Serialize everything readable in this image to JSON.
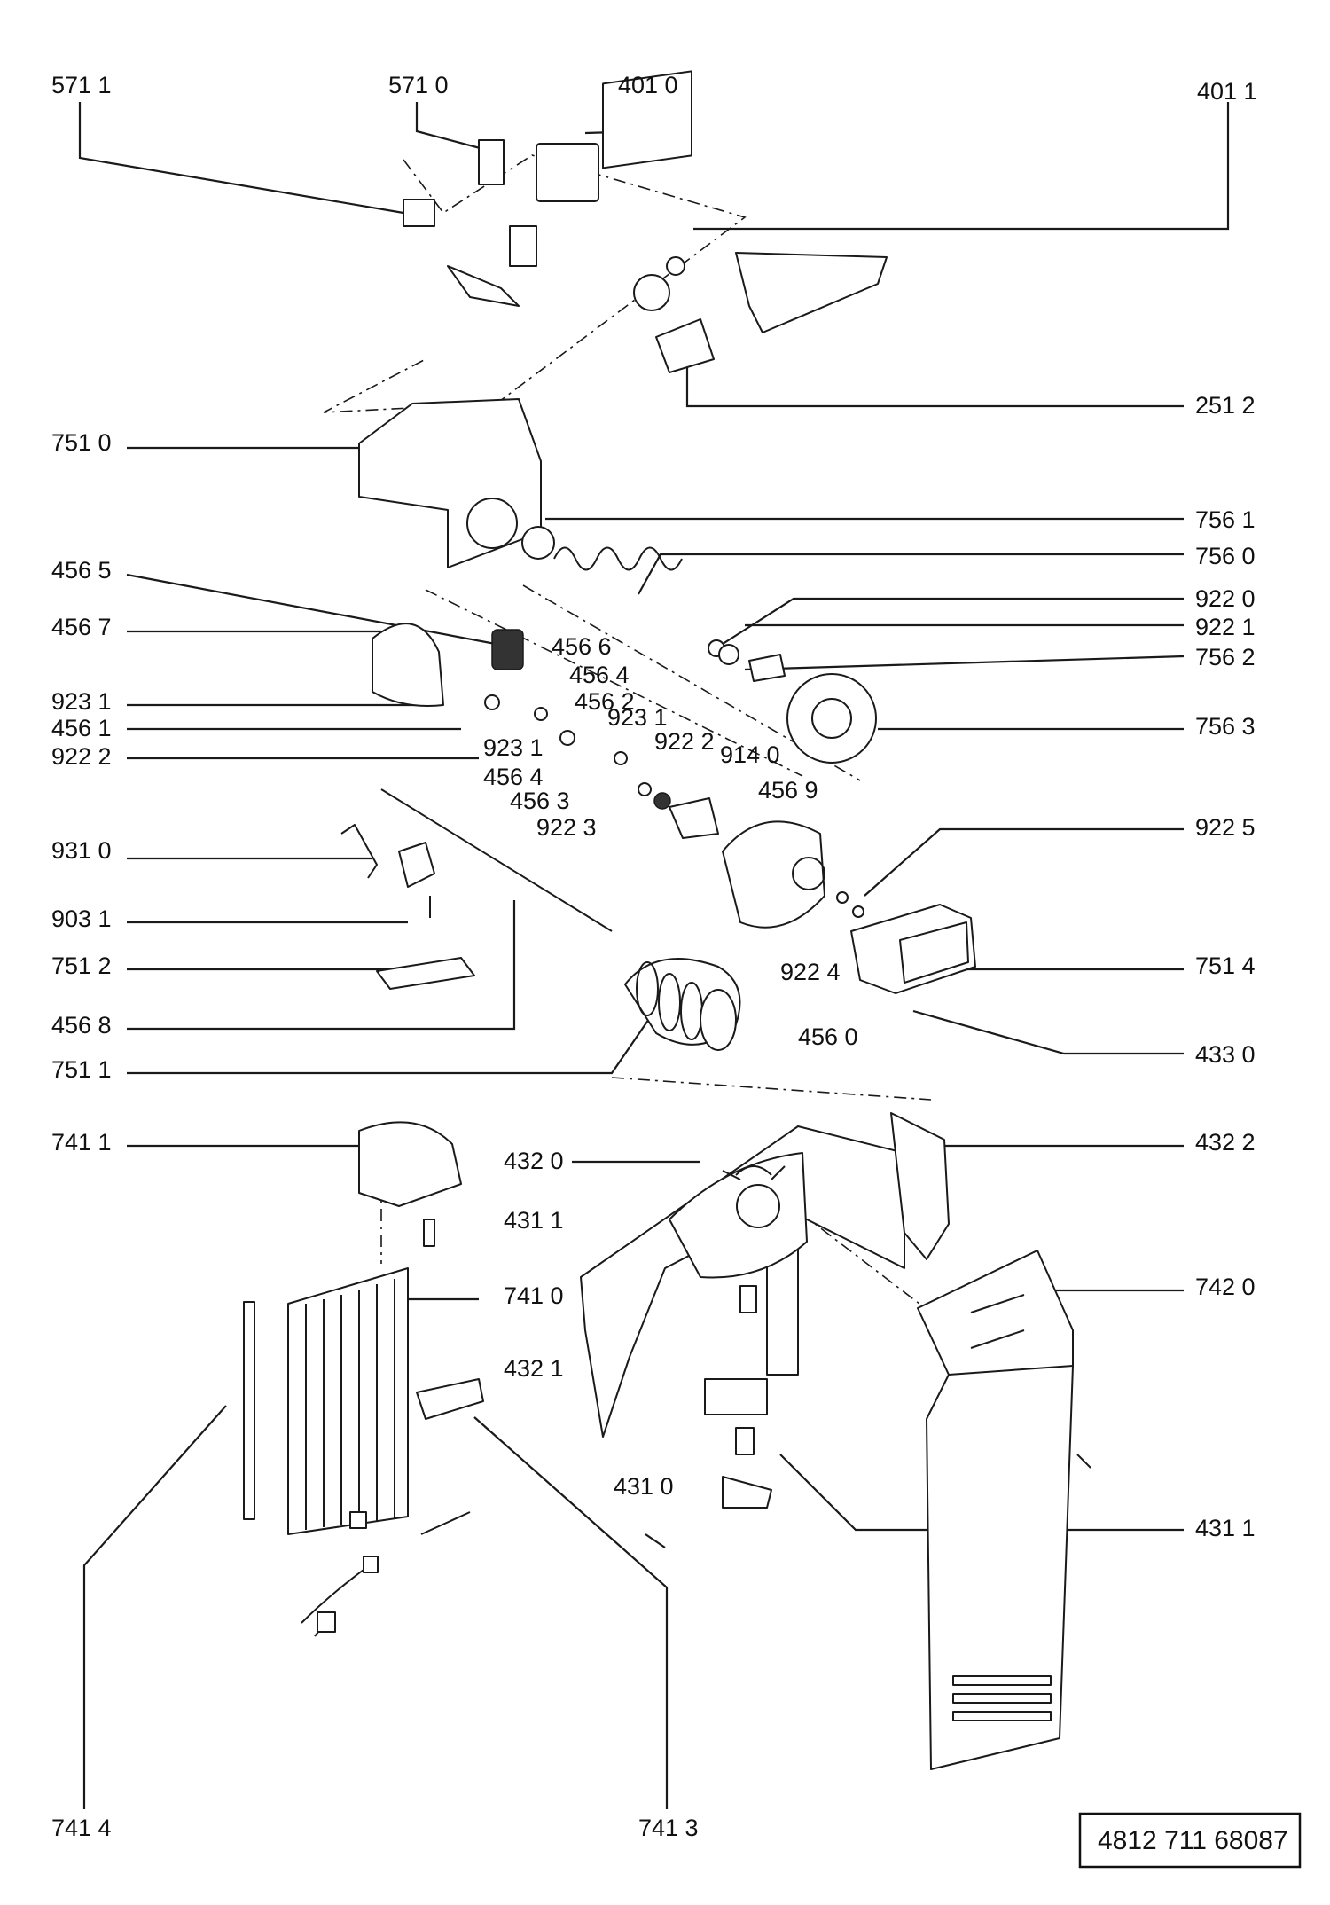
{
  "labels": {
    "p5711_top": "571 1",
    "p5710": "571 0",
    "p4010": "401 0",
    "p4011": "401 1",
    "p2512": "251 2",
    "p7510": "751 0",
    "p7561": "756 1",
    "p7560": "756 0",
    "p4565": "456 5",
    "p9220": "922 0",
    "p4567": "456 7",
    "p9221": "922 1",
    "p4566": "456 6",
    "p7562": "756 2",
    "p4564a": "456 4",
    "p9231a": "923 1",
    "p4562": "456 2",
    "p4561": "456 1",
    "p9231b": "923 1",
    "p7563": "756 3",
    "p9231c": "923 1",
    "p9222a": "922 2",
    "p9222b": "922 2",
    "p9140": "914 0",
    "p4564b": "456 4",
    "p4563": "456 3",
    "p4569": "456 9",
    "p9223": "922 3",
    "p9310": "931 0",
    "p9225": "922 5",
    "p9031": "903 1",
    "p7512": "751 2",
    "p9224": "922 4",
    "p7514": "751 4",
    "p4568": "456 8",
    "p4560": "456 0",
    "p7511": "751 1",
    "p4330": "433 0",
    "p7411": "741 1",
    "p4320": "432 0",
    "p4322": "432 2",
    "p4311a": "431 1",
    "p7410": "741 0",
    "p7420": "742 0",
    "p4321": "432 1",
    "p4310": "431 0",
    "p4311b": "431 1",
    "p7414": "741 4",
    "p7413": "741 3"
  },
  "doc_number": "4812 711 68087"
}
